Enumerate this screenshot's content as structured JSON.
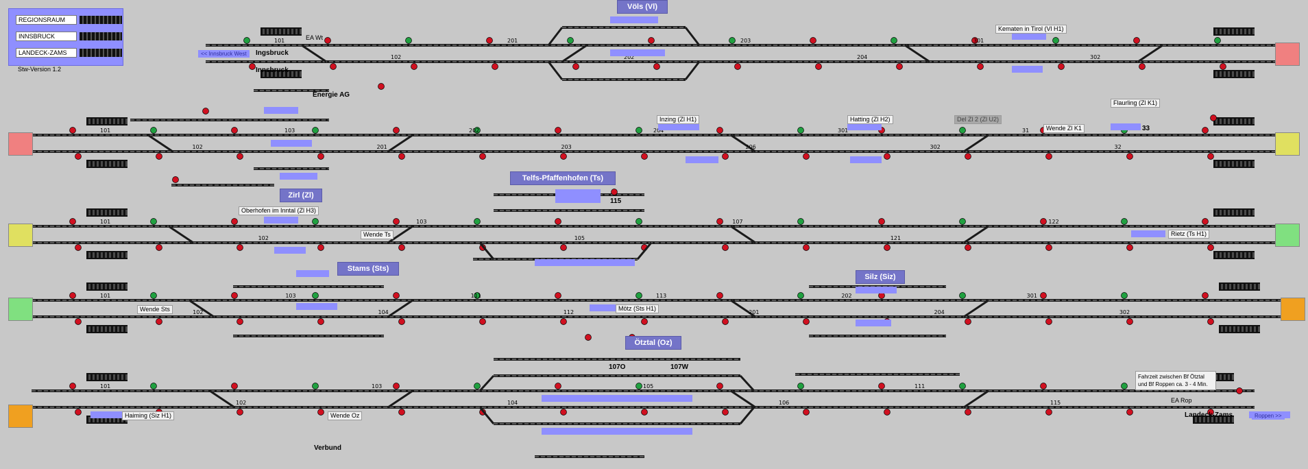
{
  "legend": {
    "items": [
      "REGIONSRAUM",
      "INNSBRUCK",
      "LANDECK-ZAMS"
    ],
    "version": "Stw-Version 1.2"
  },
  "stations": {
    "voels": {
      "title": "Völs (Vl)",
      "sub": "Kematen in Tirol (Vl H1)"
    },
    "zirl": {
      "title": "Zirl (Zl)",
      "sub": "Oberhofen im Inntal (Zl H3)"
    },
    "telfs": {
      "title": "Telfs-Pfaffenhofen (Ts)",
      "sub": "Rietz (Ts H1)",
      "track": "115"
    },
    "stams": {
      "title": "Stams (Sts)",
      "sub": "Mötz (Sts H1)"
    },
    "silz": {
      "title": "Silz (Siz)",
      "sub": "Haiming (Siz H1)"
    },
    "oetztal": {
      "title": "Ötztal (Oz)",
      "tracks": [
        "107O",
        "107W"
      ]
    }
  },
  "places": {
    "ingsbruck": "Ingsbruck",
    "innsbruck": "Innsbruck",
    "energie": "Energie AG",
    "verbund": "Verbund",
    "landeck": "Landeck-Zams",
    "ea_wt": "EA Wt",
    "ea_rop": "EA Rop"
  },
  "links": {
    "innsbruck_west": "<< Innsbruck West",
    "roppen": "Roppen >>"
  },
  "subs": {
    "inzing": "Inzing (Zl H1)",
    "hatting": "Hatting (Zl H2)",
    "zl_u2": "Del Zl 2 (Zl U2)",
    "flaurling": "Flaurling (Zl K1)",
    "wende_zl": "Wende Zl K1",
    "wende_ts": "Wende Ts",
    "wende_sts": "Wende Sts",
    "wende_oz": "Wende Oz",
    "zl_track": "33"
  },
  "note": "Fahrzeit zwischen Bf Ötztal und Bf Roppen ca. 3 - 4 Min.",
  "colors": {
    "background": "#c8c8c8",
    "track": "#1a1a1a",
    "signal_red": "#d01020",
    "signal_green": "#20a040",
    "block_blue": "#8f8fff",
    "portal_red": "#f08080",
    "portal_yellow": "#e0e060",
    "portal_green": "#80e080",
    "portal_orange": "#f0a020"
  },
  "track_labels": {
    "r1": [
      "101",
      "102",
      "201",
      "202",
      "203",
      "204",
      "301",
      "302"
    ],
    "r2": [
      "101",
      "102",
      "103",
      "201",
      "202",
      "203",
      "204",
      "206",
      "301",
      "302",
      "31",
      "32"
    ],
    "r3": [
      "101",
      "102",
      "103",
      "105",
      "107",
      "121",
      "122"
    ],
    "r4": [
      "101",
      "102",
      "103",
      "104",
      "111",
      "112",
      "113",
      "201",
      "202",
      "204",
      "301",
      "302"
    ],
    "r5": [
      "101",
      "102",
      "103",
      "104",
      "105",
      "106",
      "111",
      "115"
    ]
  }
}
